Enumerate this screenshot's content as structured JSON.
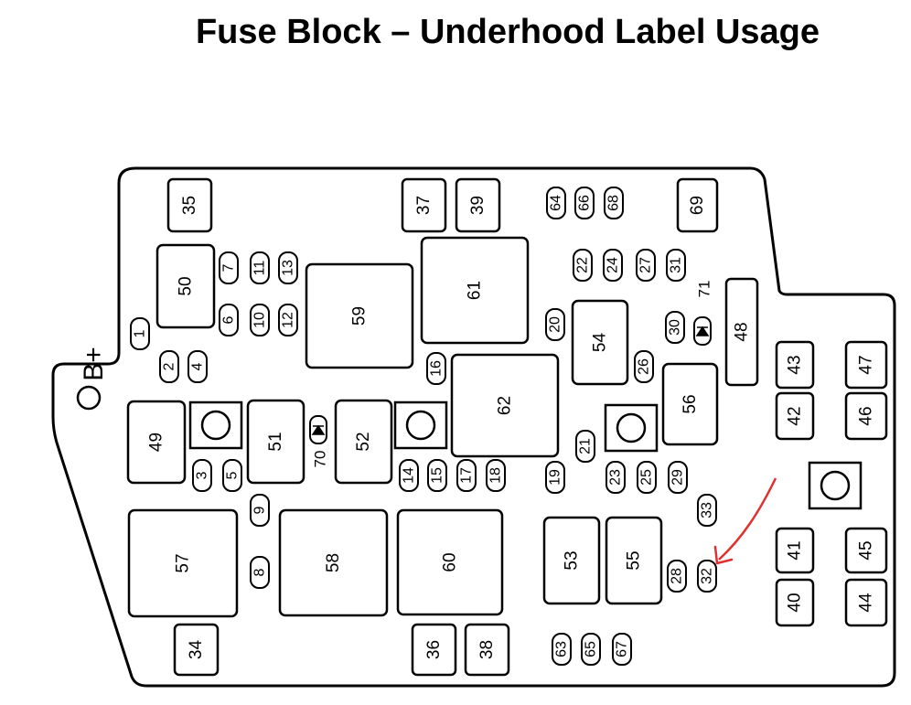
{
  "title": "Fuse Block – Underhood Label Usage",
  "terminal_label": "B+",
  "colors": {
    "line": "#000000",
    "background": "#ffffff",
    "annotation_arrow": "#e03030"
  },
  "annotation": {
    "points_to_fuse": "32",
    "style": "red-arrow"
  },
  "large_blocks": [
    "50",
    "59",
    "61",
    "62",
    "54",
    "56",
    "49",
    "51",
    "52",
    "57",
    "58",
    "60",
    "53",
    "55"
  ],
  "square_fuses": [
    "35",
    "37",
    "39",
    "69",
    "48",
    "43",
    "47",
    "42",
    "46",
    "41",
    "45",
    "40",
    "44",
    "34",
    "36",
    "38"
  ],
  "mini_fuses": [
    "64",
    "66",
    "68",
    "7",
    "11",
    "13",
    "22",
    "24",
    "27",
    "31",
    "1",
    "6",
    "10",
    "12",
    "20",
    "30",
    "2",
    "4",
    "16",
    "26",
    "21",
    "3",
    "5",
    "14",
    "15",
    "17",
    "18",
    "19",
    "23",
    "25",
    "29",
    "9",
    "33",
    "8",
    "28",
    "32",
    "63",
    "65",
    "67"
  ],
  "diode_labels": [
    "70",
    "71"
  ],
  "round_terminals": 4
}
